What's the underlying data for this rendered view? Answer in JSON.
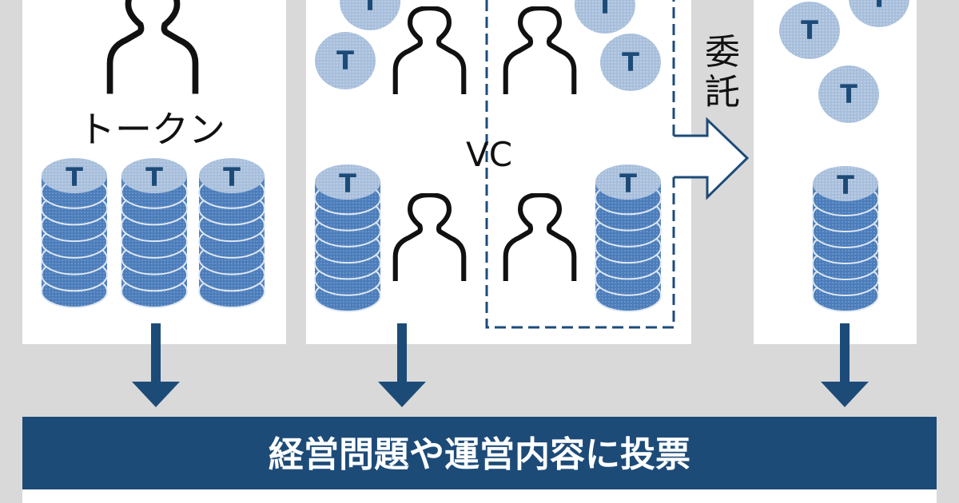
{
  "diagram": {
    "token_label": "トークン",
    "vc_label": "VC",
    "delegate_label_1": "委",
    "delegate_label_2": "託",
    "coin_letter": "T",
    "result_bar_label": "経営問題や運営内容に投票"
  },
  "colors": {
    "background": "#d9d9d9",
    "panel": "#ffffff",
    "navy": "#1d4b78",
    "coin_light": "#a8bfdc",
    "coin_dark": "#4c7dbb",
    "letter": "#1d4b78"
  }
}
